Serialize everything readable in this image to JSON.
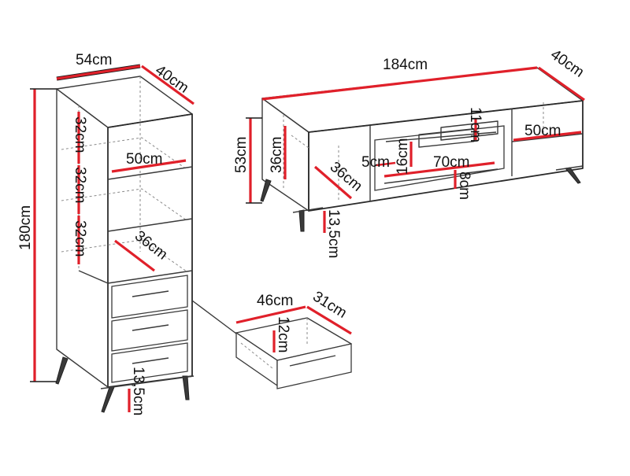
{
  "colors": {
    "dimension": "#e0202a",
    "outline": "#3a3a3a",
    "background": "#ffffff"
  },
  "labels": {
    "cabinet_width": "54cm",
    "cabinet_depth": "40cm",
    "cabinet_height": "180cm",
    "cabinet_shelf_1": "32cm",
    "cabinet_shelf_2": "32cm",
    "cabinet_shelf_3": "32cm",
    "cabinet_inner_width": "50cm",
    "cabinet_inner_depth": "36cm",
    "cabinet_leg_height": "13,5cm",
    "tv_width": "184cm",
    "tv_depth": "40cm",
    "tv_height": "53cm",
    "tv_compartment_height": "36cm",
    "tv_compartment_depth": "36cm",
    "tv_leg_height": "13,5cm",
    "tv_top_slot": "11cm",
    "tv_side_gap": "5cm",
    "tv_drawer_height": "16cm",
    "tv_drawer_width": "70cm",
    "tv_drawer_front": "8cm",
    "tv_right_compartment": "50cm",
    "drawer_width": "46cm",
    "drawer_depth": "31cm",
    "drawer_height": "12cm"
  }
}
